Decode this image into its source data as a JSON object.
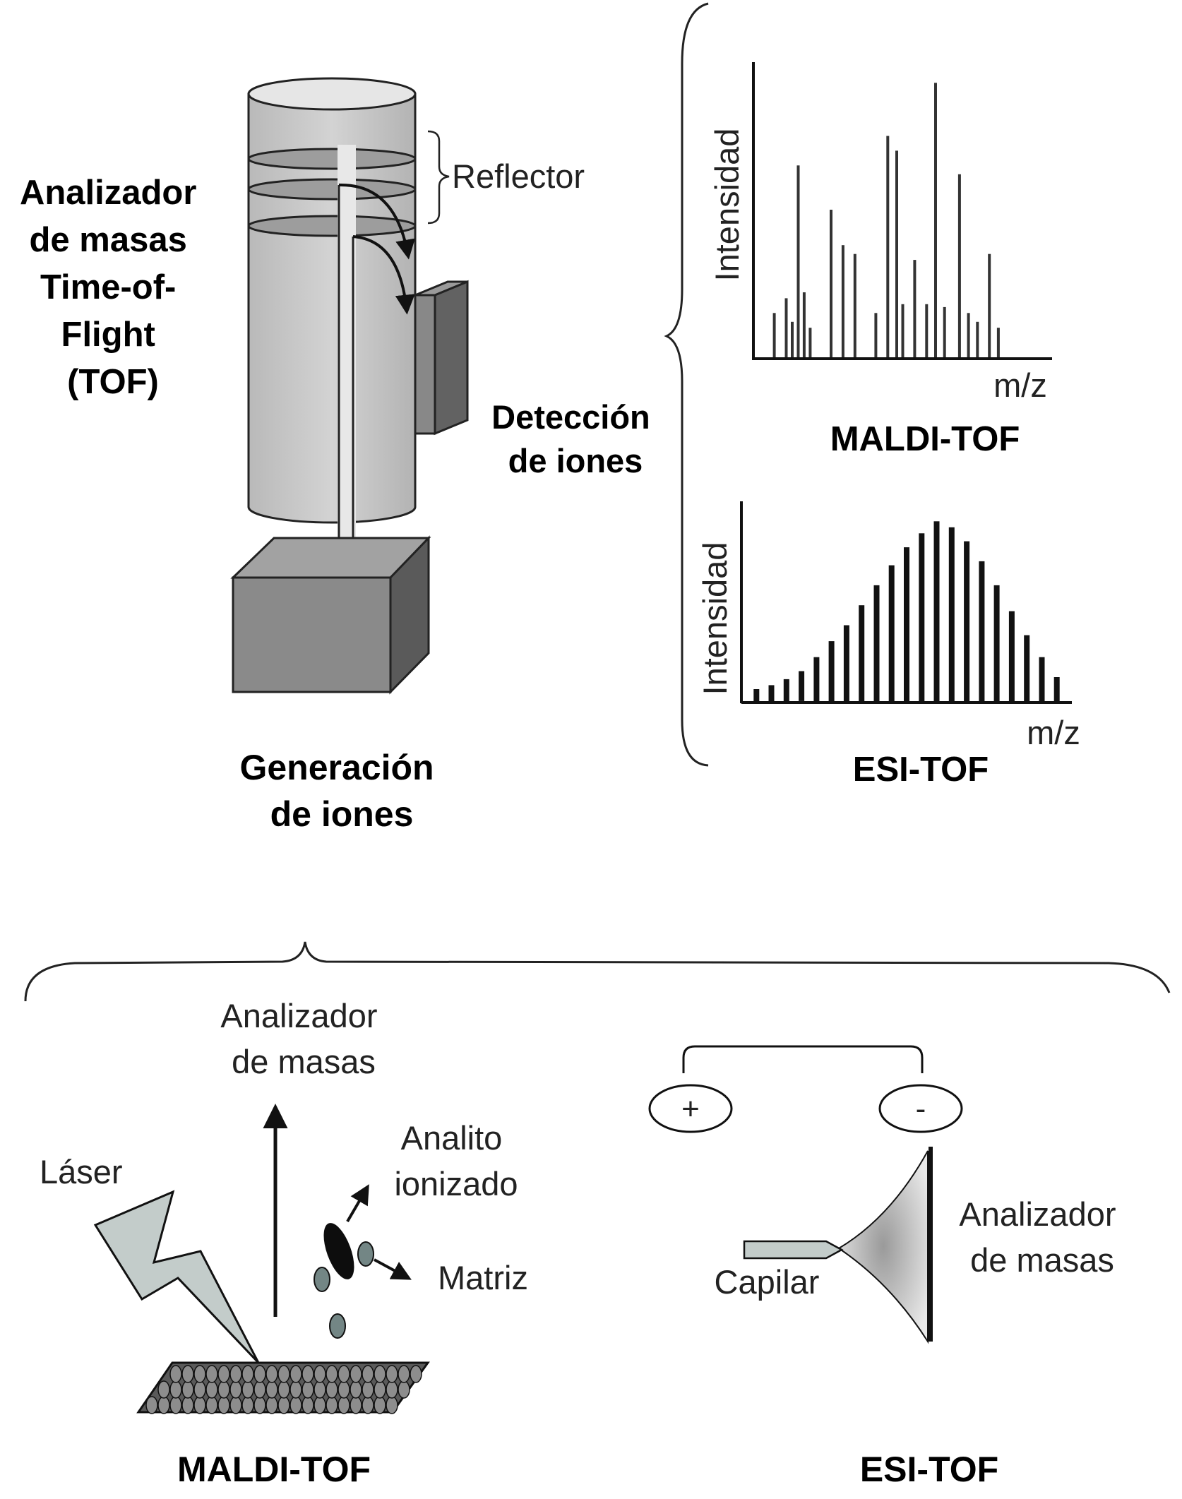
{
  "tof_diagram": {
    "analyzer_label": [
      "Analizador",
      "de masas",
      "Time-of-",
      "Flight",
      "(TOF)"
    ],
    "reflector_label": "Reflector",
    "detection_label": [
      "Detección",
      "de iones"
    ],
    "generation_label": [
      "Generación",
      "de iones"
    ]
  },
  "spectra": {
    "maldi": {
      "ylabel": "Intensidad",
      "xlabel": "m/z",
      "title": "MALDI-TOF"
    },
    "esi": {
      "ylabel": "Intensidad",
      "xlabel": "m/z",
      "title": "ESI-TOF"
    }
  },
  "chart_data": [
    {
      "type": "bar",
      "title": "MALDI-TOF",
      "xlabel": "m/z",
      "ylabel": "Intensidad",
      "x": [
        0.07,
        0.11,
        0.13,
        0.15,
        0.17,
        0.19,
        0.26,
        0.3,
        0.34,
        0.41,
        0.45,
        0.48,
        0.5,
        0.54,
        0.58,
        0.61,
        0.64,
        0.69,
        0.72,
        0.75,
        0.79,
        0.82
      ],
      "values": [
        0.15,
        0.2,
        0.12,
        0.65,
        0.22,
        0.1,
        0.5,
        0.38,
        0.35,
        0.15,
        0.75,
        0.7,
        0.18,
        0.33,
        0.18,
        0.93,
        0.17,
        0.62,
        0.15,
        0.12,
        0.35,
        0.1
      ]
    },
    {
      "type": "bar",
      "title": "ESI-TOF",
      "xlabel": "m/z",
      "ylabel": "Intensidad",
      "x": [
        1,
        2,
        3,
        4,
        5,
        6,
        7,
        8,
        9,
        10,
        11,
        12,
        13,
        14,
        15,
        16,
        17,
        18,
        19,
        20,
        21
      ],
      "values": [
        0.06,
        0.08,
        0.11,
        0.15,
        0.22,
        0.3,
        0.38,
        0.48,
        0.58,
        0.68,
        0.77,
        0.84,
        0.9,
        0.87,
        0.8,
        0.7,
        0.58,
        0.45,
        0.33,
        0.22,
        0.12
      ]
    }
  ],
  "maldi_source": {
    "analyzer_label": [
      "Analizador",
      "de masas"
    ],
    "laser_label": "Láser",
    "analyte_label": [
      "Analito",
      "ionizado"
    ],
    "matrix_label": "Matriz",
    "title": "MALDI-TOF"
  },
  "esi_source": {
    "plus_label": "+",
    "minus_label": "-",
    "analyzer_label": [
      "Analizador",
      "de masas"
    ],
    "capillary_label": "Capilar",
    "title": "ESI-TOF"
  }
}
